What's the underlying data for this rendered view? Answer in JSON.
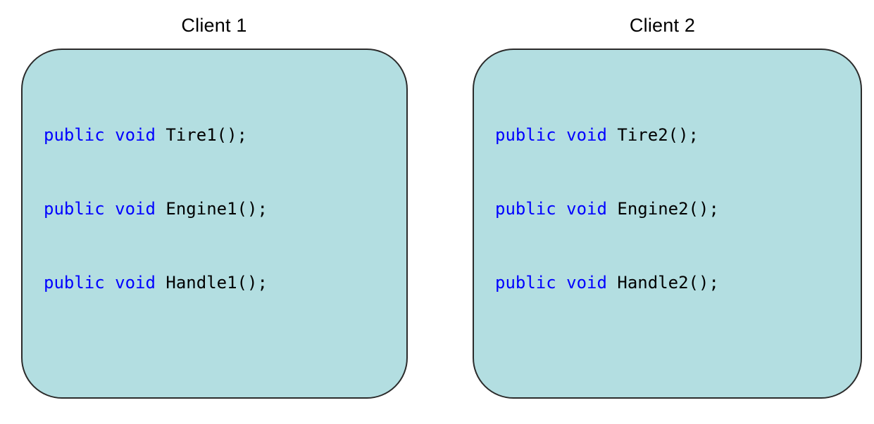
{
  "diagram": {
    "type": "uml-interface-boxes",
    "background_color": "#ffffff",
    "panel_fill_color": "#b3dee1",
    "panel_border_color": "#2b2b2b",
    "keyword_color": "#0000ff",
    "identifier_color": "#000000",
    "title_color": "#000000",
    "panels": [
      {
        "title": "Client 1",
        "methods": [
          {
            "modifier": "public",
            "return_type": "void",
            "signature": "Tire1();"
          },
          {
            "modifier": "public",
            "return_type": "void",
            "signature": "Engine1();"
          },
          {
            "modifier": "public",
            "return_type": "void",
            "signature": "Handle1();"
          }
        ]
      },
      {
        "title": "Client 2",
        "methods": [
          {
            "modifier": "public",
            "return_type": "void",
            "signature": "Tire2();"
          },
          {
            "modifier": "public",
            "return_type": "void",
            "signature": "Engine2();"
          },
          {
            "modifier": "public",
            "return_type": "void",
            "signature": "Handle2();"
          }
        ]
      }
    ]
  }
}
